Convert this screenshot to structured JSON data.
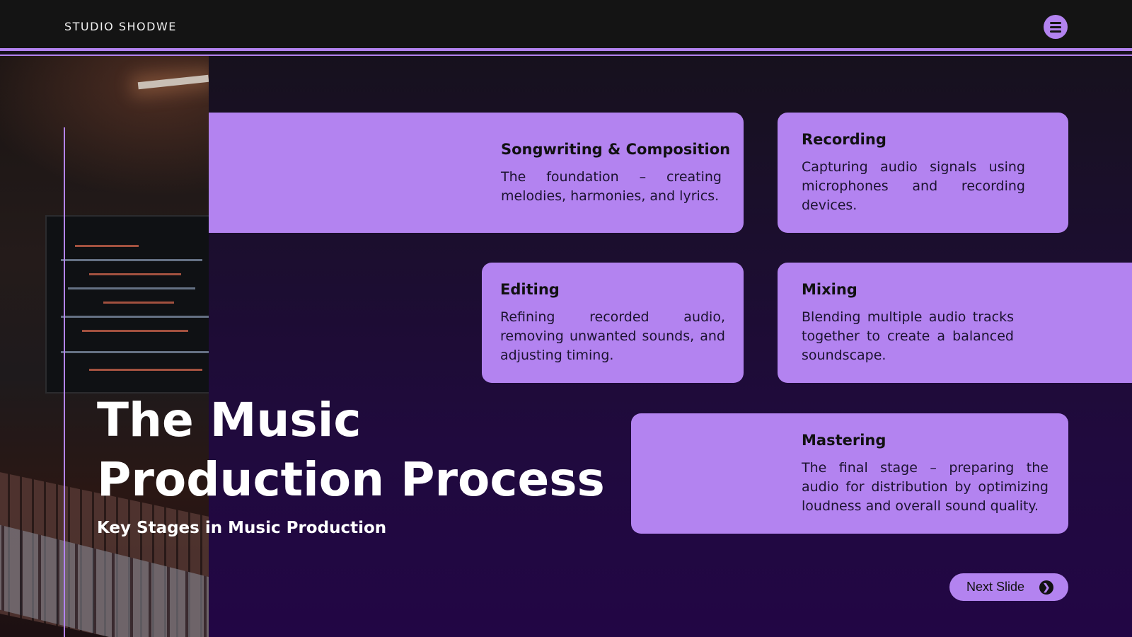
{
  "header": {
    "brand": "STUDIO SHODWE",
    "menu_icon": "hamburger-menu-icon"
  },
  "hero": {
    "title_line1": "The Music",
    "title_line2": "Production Process",
    "subtitle": "Key Stages in Music Production"
  },
  "stages": [
    {
      "title": "Songwriting & Composition",
      "text": "The foundation – creating melodies, harmonies, and lyrics."
    },
    {
      "title": "Recording",
      "text": "Capturing audio signals using microphones and recording devices."
    },
    {
      "title": "Editing",
      "text": "Refining recorded audio, removing unwanted sounds, and adjusting timing."
    },
    {
      "title": "Mixing",
      "text": "Blending multiple audio tracks together to create a balanced soundscape."
    },
    {
      "title": "Mastering",
      "text": "The final stage – preparing the audio for distribution by optimizing loudness and overall sound quality."
    }
  ],
  "nav": {
    "next_label": "Next Slide",
    "next_icon": "arrow-right-circle-icon"
  },
  "colors": {
    "accent": "#b383f0",
    "topbar": "#141414",
    "background_bottom": "#220645"
  }
}
